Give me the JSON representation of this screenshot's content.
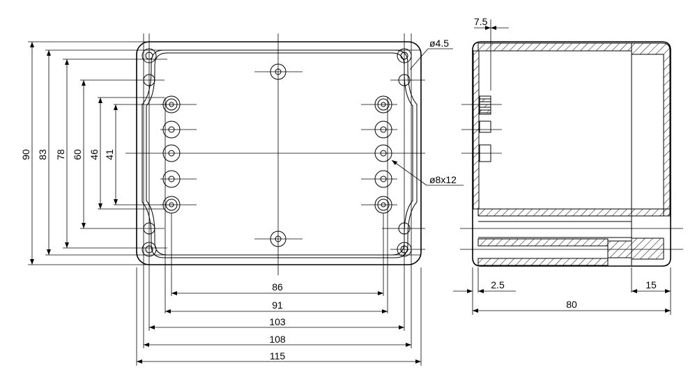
{
  "front_view": {
    "width_dims": [
      "86",
      "91",
      "103",
      "108",
      "115"
    ],
    "height_dims": [
      "90",
      "83",
      "78",
      "60",
      "46",
      "41"
    ],
    "hole_callout": "ø4.5",
    "gland_callout": "ø8x12"
  },
  "side_view": {
    "top_dim": "7.5",
    "wall_dim": "2.5",
    "lid_dim": "15",
    "depth_dim": "80"
  }
}
